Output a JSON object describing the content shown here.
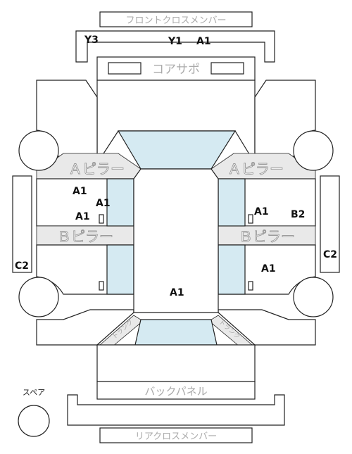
{
  "colors": {
    "line": "#222222",
    "glass": "#d5eaf2",
    "panel_gray": "#e9e9e9",
    "part_text": "#aaaaaa",
    "grade_text": "#111111"
  },
  "parts": {
    "front_cross_member": "フロントクロスメンバー",
    "core_support": "コアサポ",
    "a_pillar_left": "Ａピラー",
    "a_pillar_right": "Ａピラー",
    "b_pillar_left": "Ｂピラー",
    "b_pillar_right": "Ｂピラー",
    "trunk_left": "トランク",
    "trunk_right": "トランク",
    "back_panel": "バックパネル",
    "rear_cross_member": "リアクロスメンバー",
    "spare": "スペア"
  },
  "grades": {
    "front_y3": "Y3",
    "front_y1": "Y1",
    "front_a1": "A1",
    "left_front_door_a": "A1",
    "left_front_door_b": "A1",
    "left_front_door_c": "A1",
    "right_front_door_a": "A1",
    "right_front_door_b": "B2",
    "right_rear_door": "A1",
    "left_rear_fender": "C2",
    "right_rear_fender": "C2",
    "roof": "A1"
  }
}
